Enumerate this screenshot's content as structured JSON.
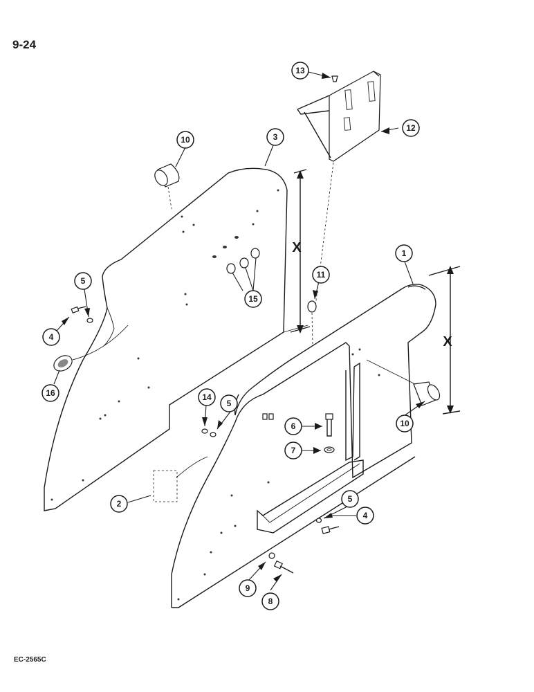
{
  "page": {
    "number": "9-24",
    "ref_code": "EC-2565C"
  },
  "dimension_label": "X",
  "callouts": [
    {
      "id": "c1",
      "label": "1"
    },
    {
      "id": "c2",
      "label": "2"
    },
    {
      "id": "c3",
      "label": "3"
    },
    {
      "id": "c4a",
      "label": "4"
    },
    {
      "id": "c4b",
      "label": "4"
    },
    {
      "id": "c5a",
      "label": "5"
    },
    {
      "id": "c5b",
      "label": "5"
    },
    {
      "id": "c5c",
      "label": "5"
    },
    {
      "id": "c6",
      "label": "6"
    },
    {
      "id": "c7",
      "label": "7"
    },
    {
      "id": "c8",
      "label": "8"
    },
    {
      "id": "c9",
      "label": "9"
    },
    {
      "id": "c10a",
      "label": "10"
    },
    {
      "id": "c10b",
      "label": "10"
    },
    {
      "id": "c11",
      "label": "11"
    },
    {
      "id": "c12",
      "label": "12"
    },
    {
      "id": "c13",
      "label": "13"
    },
    {
      "id": "c14",
      "label": "14"
    },
    {
      "id": "c15",
      "label": "15"
    },
    {
      "id": "c16",
      "label": "16"
    }
  ]
}
